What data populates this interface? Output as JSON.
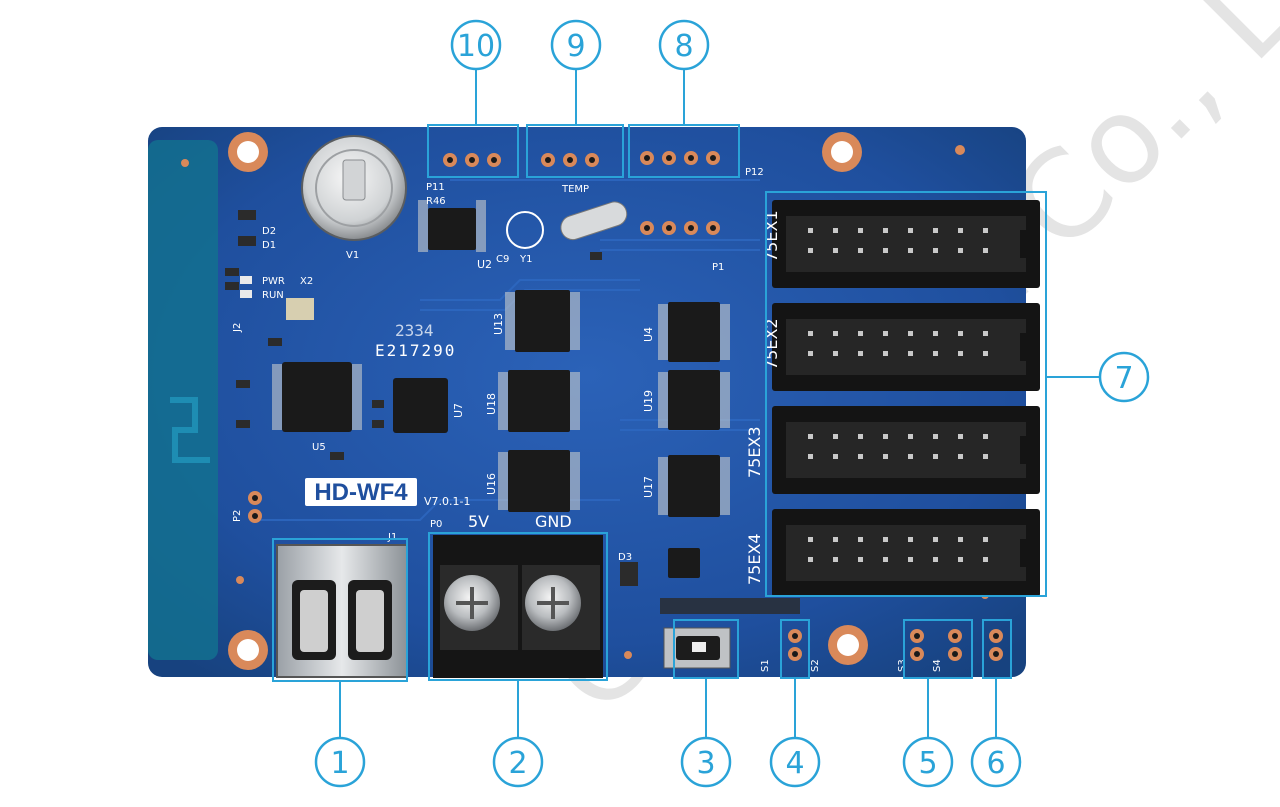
{
  "watermark": "Chou Tech Co., Ltd.",
  "board": {
    "model_label": "HD-WF4",
    "version_label": "V7.0.1-1",
    "serial_top": "2334",
    "serial_bottom": "E217290",
    "power_labels": [
      "5V",
      "GND"
    ],
    "connector_labels": [
      "75EX1",
      "75EX2",
      "75EX3",
      "75EX4"
    ],
    "chip_labels": [
      "U13",
      "U18",
      "U16",
      "U4",
      "U19",
      "U17",
      "U7",
      "U2"
    ],
    "misc_labels": [
      "P11",
      "P12",
      "P1",
      "P0",
      "P2",
      "J1",
      "J2",
      "PWR",
      "RUN",
      "TEMP",
      "V1",
      "Y1",
      "X2",
      "U5",
      "S1",
      "S2",
      "S3",
      "S4",
      "D1",
      "D2",
      "D3",
      "R46",
      "C9"
    ]
  },
  "callouts": [
    {
      "number": "1",
      "target": "usb-port"
    },
    {
      "number": "2",
      "target": "power-terminal"
    },
    {
      "number": "3",
      "target": "push-button"
    },
    {
      "number": "4",
      "target": "header-s2"
    },
    {
      "number": "5",
      "target": "header-s3-s4"
    },
    {
      "number": "6",
      "target": "header-s5"
    },
    {
      "number": "7",
      "target": "hub75-connectors"
    },
    {
      "number": "8",
      "target": "header-p12"
    },
    {
      "number": "9",
      "target": "header-temp"
    },
    {
      "number": "10",
      "target": "header-p11"
    }
  ],
  "colors": {
    "pcb": "#1f4f9e",
    "pcb_edge": "#0f5e86",
    "accent": "#2aa3d8",
    "copper": "#d9895a",
    "connector": "#1b1b1b"
  }
}
